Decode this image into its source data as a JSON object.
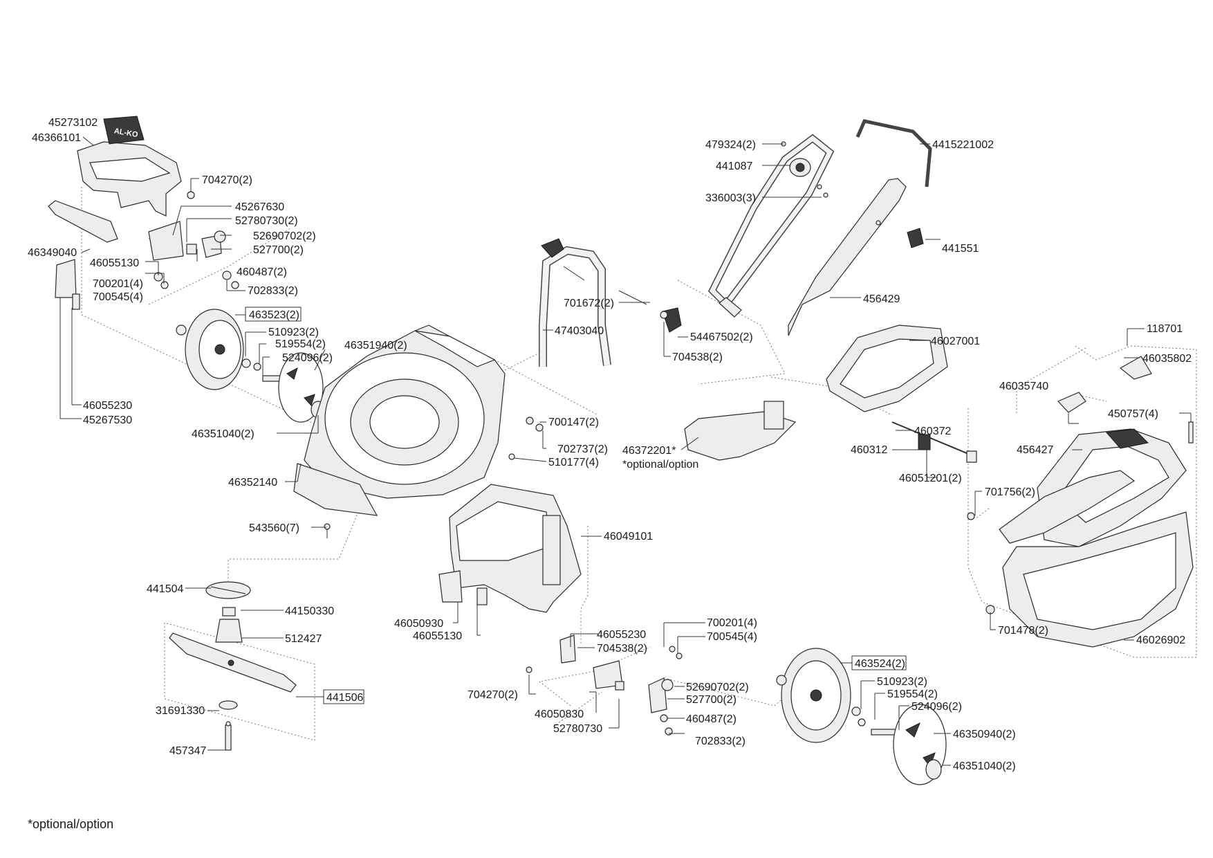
{
  "labels": {
    "l45273102": "45273102",
    "l46366101": "46366101",
    "l704270_2_a": "704270(2)",
    "l45267630": "45267630",
    "l52780730_2": "52780730(2)",
    "l52690702_2_a": "52690702(2)",
    "l527700_2_a": "527700(2)",
    "l46349040": "46349040",
    "l46055130_a": "46055130",
    "l460487_2_a": "460487(2)",
    "l700201_4_a": "700201(4)",
    "l700545_4_a": "700545(4)",
    "l702833_2_a": "702833(2)",
    "l463523_2": "463523(2)",
    "l510923_2_a": "510923(2)",
    "l519554_2_a": "519554(2)",
    "l46351940_2": "46351940(2)",
    "l524096_2_a": "524096(2)",
    "l46055230_a": "46055230",
    "l45267530": "45267530",
    "l46351040_2_a": "46351040(2)",
    "l46352140": "46352140",
    "l543560_7": "543560(7)",
    "l479324_2": "479324(2)",
    "l4415221002": "4415221002",
    "l441087": "441087",
    "l336003_3": "336003(3)",
    "l441551": "441551",
    "l701672_2": "701672(2)",
    "l456429": "456429",
    "l47403040": "47403040",
    "l54467502_2": "54467502(2)",
    "l704538_2_a": "704538(2)",
    "l46027001": "46027001",
    "l700147_2": "700147(2)",
    "l702737_2": "702737(2)",
    "l510177_4": "510177(4)",
    "l46372201": "46372201*",
    "l_optional_inline": "*optional/option",
    "l460372": "460372",
    "l460312": "460312",
    "l46051201_2": "46051201(2)",
    "l118701": "118701",
    "l46035802": "46035802",
    "l46035740": "46035740",
    "l450757_4": "450757(4)",
    "l456427": "456427",
    "l701756_2": "701756(2)",
    "l701478_2": "701478(2)",
    "l46026902": "46026902",
    "l46049101": "46049101",
    "l441504": "441504",
    "l44150330": "44150330",
    "l512427": "512427",
    "l46050930": "46050930",
    "l46055130_b": "46055130",
    "l46055230_b": "46055230",
    "l704538_2_b": "704538(2)",
    "l700201_4_b": "700201(4)",
    "l700545_4_b": "700545(4)",
    "l441506": "441506",
    "l31691330": "31691330",
    "l457347": "457347",
    "l704270_2_b": "704270(2)",
    "l46050830": "46050830",
    "l52780730": "52780730",
    "l52690702_2_b": "52690702(2)",
    "l527700_2_b": "527700(2)",
    "l460487_2_b": "460487(2)",
    "l702833_2_b": "702833(2)",
    "l463524_2": "463524(2)",
    "l510923_2_b": "510923(2)",
    "l519554_2_b": "519554(2)",
    "l524096_2_b": "524096(2)",
    "l46350940_2": "46350940(2)",
    "l46351040_2_b": "46351040(2)",
    "logo": "AL-KO"
  },
  "footnote": "*optional/option"
}
